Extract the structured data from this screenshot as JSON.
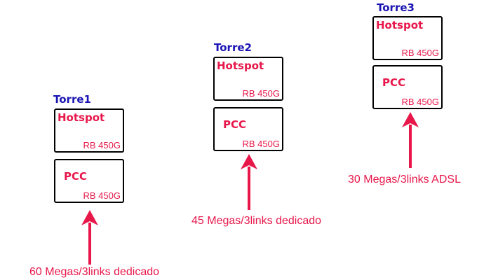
{
  "towers": [
    {
      "label": "Torre1",
      "boxes": [
        {
          "name": "Hotspot",
          "model": "RB 450G"
        },
        {
          "name": "PCC",
          "model": "RB 450G"
        }
      ],
      "link": "60 Megas/3links dedicado"
    },
    {
      "label": "Torre2",
      "boxes": [
        {
          "name": "Hotspot",
          "model": "RB 450G"
        },
        {
          "name": "PCC",
          "model": "RB 450G"
        }
      ],
      "link": "45 Megas/3links dedicado"
    },
    {
      "label": "Torre3",
      "boxes": [
        {
          "name": "Hotspot",
          "model": "RB 450G"
        },
        {
          "name": "PCC",
          "model": "RB 450G"
        }
      ],
      "link": "30 Megas/3links ADSL"
    }
  ],
  "colors": {
    "label": "#1a14b4",
    "accent": "#e8174a",
    "border": "#000000"
  }
}
